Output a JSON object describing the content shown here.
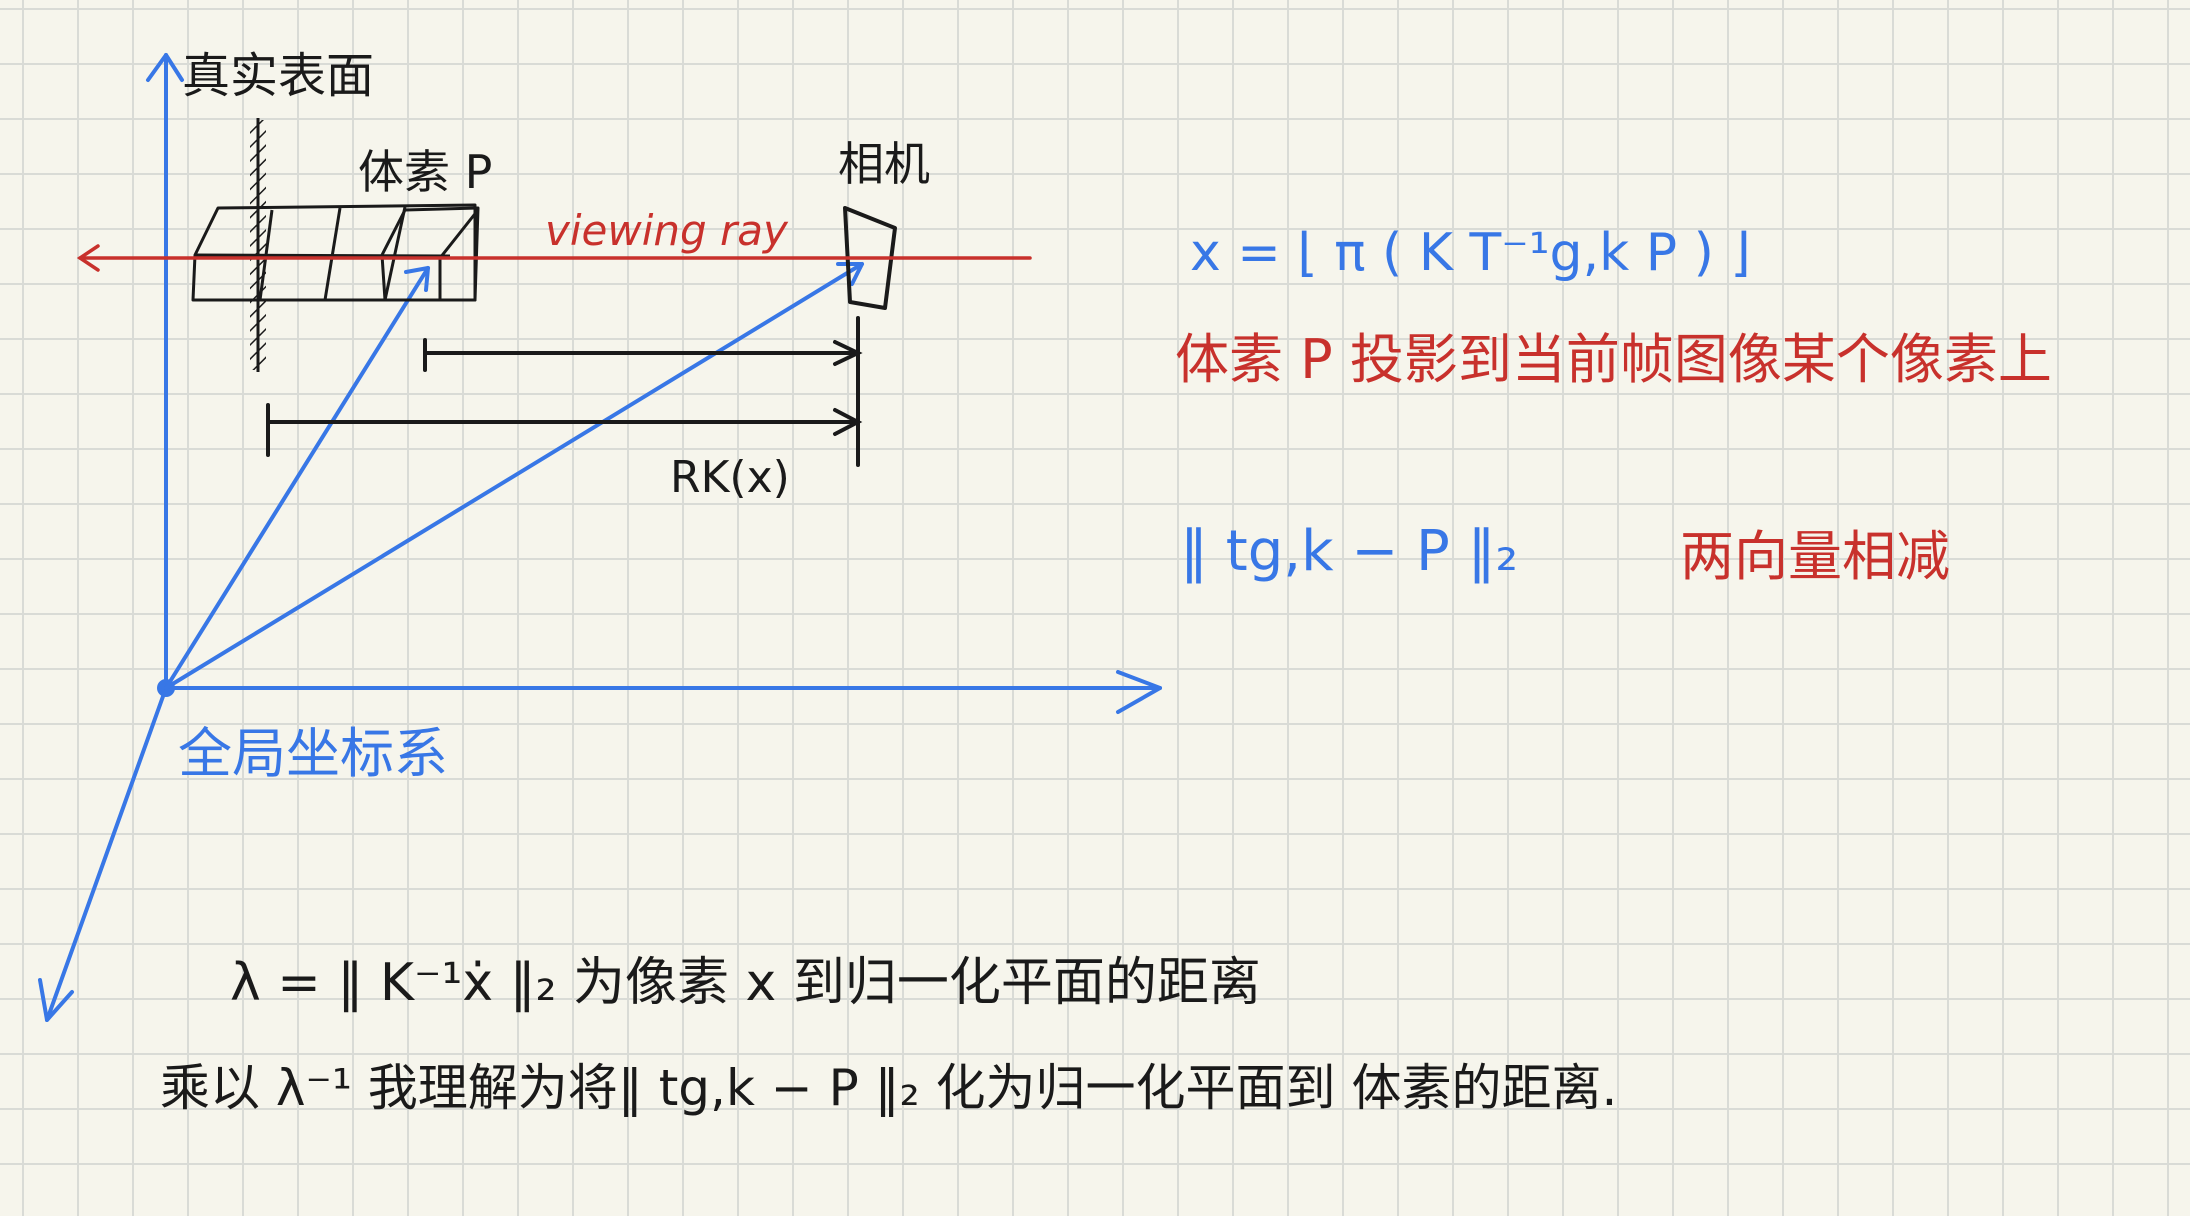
{
  "labels": {
    "surface": "真实表面",
    "voxel": "体素 P",
    "camera": "相机",
    "ray": "viewing ray",
    "range": "RK(x)",
    "global_frame": "全局坐标系"
  },
  "notes": {
    "projection_formula": "x = ⌊ π ( K T⁻¹g,k P ) ⌋",
    "projection_text": "体素 P 投影到当前帧图像某个像素上",
    "norm_formula": "‖ tg,k − P ‖₂",
    "norm_text": "两向量相减",
    "lambda_line": "λ = ‖ K⁻¹ẋ ‖₂  为像素 x 到归一化平面的距离",
    "multiply_line": "乘以 λ⁻¹ 我理解为将‖ tg,k − P ‖₂  化为归一化平面到 体素的距离."
  },
  "colors": {
    "ink": "#1a1a1a",
    "blue": "#3877e6",
    "red": "#c8312c",
    "paper": "#f6f5ec",
    "grid": "#d9dbd6"
  }
}
